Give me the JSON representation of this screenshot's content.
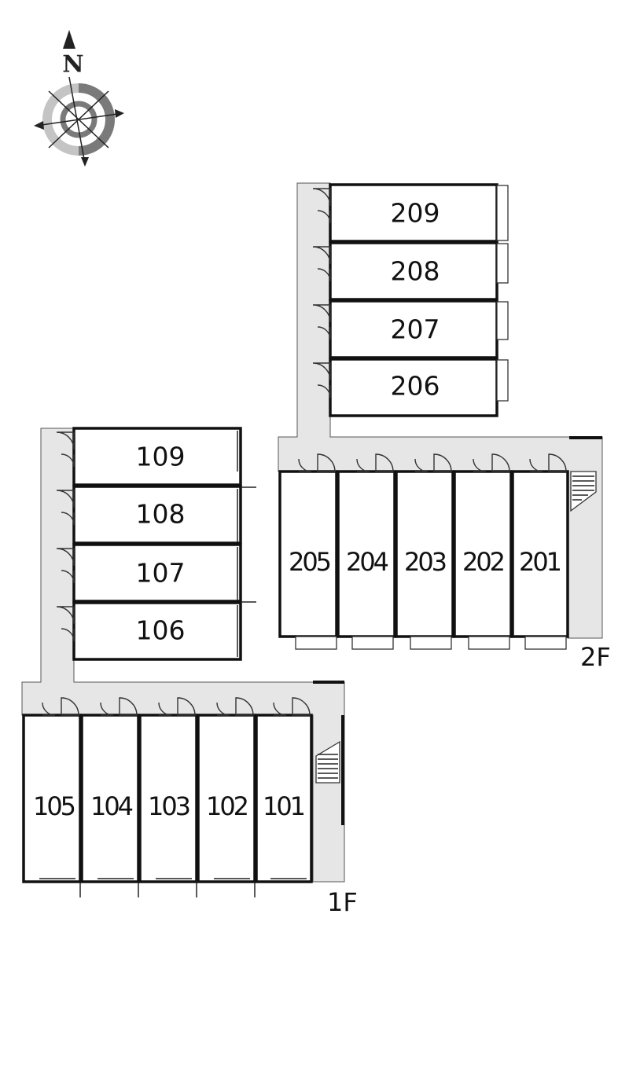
{
  "compass": {
    "north_label": "N",
    "icon": "compass-rose-icon"
  },
  "floors": [
    {
      "label": "2F",
      "units_vertical": [
        "209",
        "208",
        "207",
        "206"
      ],
      "units_horizontal": [
        "205",
        "204",
        "203",
        "202",
        "201"
      ]
    },
    {
      "label": "1F",
      "units_vertical": [
        "109",
        "108",
        "107",
        "106"
      ],
      "units_horizontal": [
        "105",
        "104",
        "103",
        "102",
        "101"
      ]
    }
  ],
  "colors": {
    "corridor": "#e6e6e6",
    "wall": "#111111",
    "compass_ring_dark": "#7a7a7a",
    "compass_ring_light": "#c4c4c4"
  }
}
